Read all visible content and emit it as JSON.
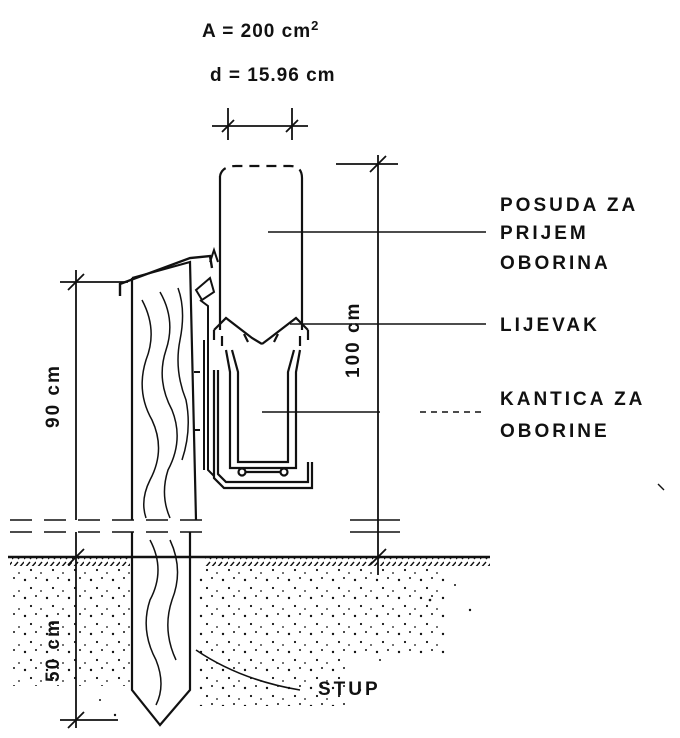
{
  "specs": {
    "area_prefix": "A = 200 cm",
    "area_exponent": "2",
    "diameter": "d = 15.96 cm"
  },
  "labels": {
    "collector": [
      "POSUDA ZA",
      "PRIJEM",
      "OBORINA"
    ],
    "funnel": "LIJEVAK",
    "can": [
      "KANTICA ZA",
      "OBORINE"
    ],
    "post": "STUP"
  },
  "dimensions": {
    "height_above_ground": "90 cm",
    "gauge_height": "100 cm",
    "depth_below_ground": "50 cm"
  },
  "colors": {
    "ink": "#111111",
    "background": "#ffffff"
  }
}
